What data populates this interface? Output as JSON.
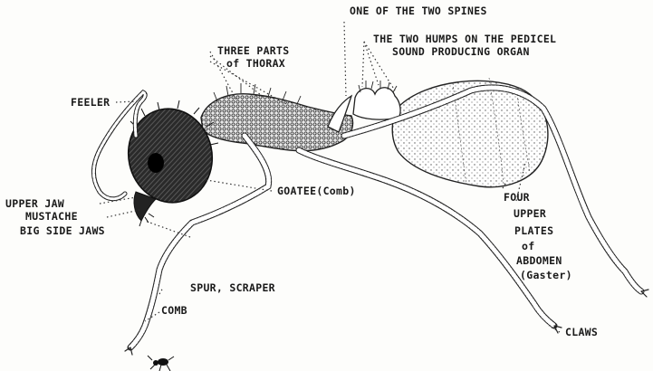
{
  "labels": {
    "spines": "ONE OF THE TWO SPINES",
    "humps_line1": "THE TWO HUMPS ON THE PEDICEL",
    "humps_line2": "SOUND PRODUCING ORGAN",
    "thorax_line1": "THREE PARTS",
    "thorax_line2": "of THORAX",
    "feeler": "FEELER",
    "goatee": "GOATEE(Comb)",
    "upper_jaw": "UPPER JAW",
    "mustache": "MUSTACHE",
    "big_side_jaws": "BIG SIDE JAWS",
    "four": "FOUR",
    "upper": "UPPER",
    "plates": "PLATES",
    "of": "of",
    "abdomen": "ABDOMEN",
    "gaster": "(Gaster)",
    "spur_scraper": "SPUR, SCRAPER",
    "comb": "COMB",
    "claws": "CLAWS"
  },
  "colors": {
    "ink": "#1a1a1a",
    "paper": "#fdfdfb"
  }
}
